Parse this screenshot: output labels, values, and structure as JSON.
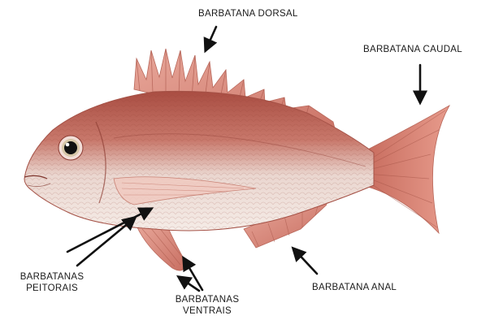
{
  "labels": {
    "dorsal": "BARBATANA DORSAL",
    "caudal": "BARBATANA CAUDAL",
    "anal": "BARBATANA ANAL",
    "peitorais_line1": "BARBATANAS",
    "peitorais_line2": "PEITORAIS",
    "ventrais_line1": "BARBATANAS",
    "ventrais_line2": "VENTRAIS"
  },
  "colors": {
    "body_top": "#b65a4c",
    "body_belly": "#f1e7e0",
    "fin": "#d9887b",
    "arrow": "#111111"
  }
}
